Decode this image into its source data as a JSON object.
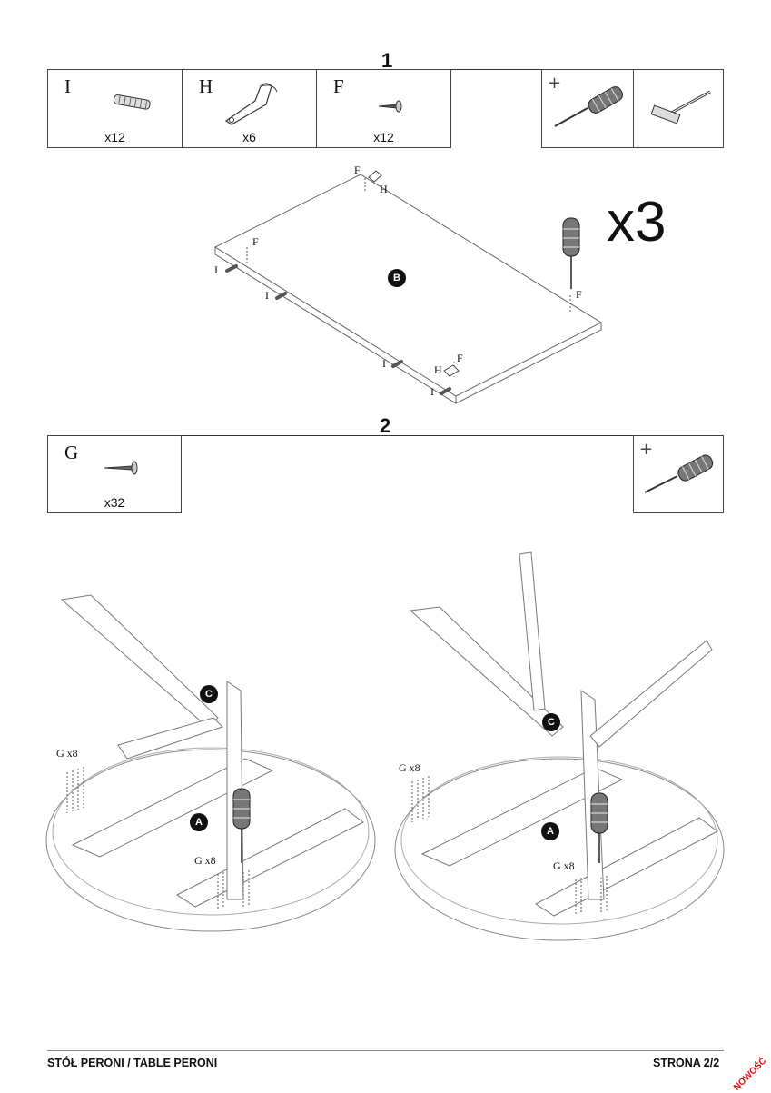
{
  "step1": {
    "number": "1",
    "parts": [
      {
        "letter": "I",
        "qty": "x12",
        "icon": "dowel-icon"
      },
      {
        "letter": "H",
        "qty": "x6",
        "icon": "bracket-icon"
      },
      {
        "letter": "F",
        "qty": "x12",
        "icon": "screw-icon"
      }
    ],
    "tools": [
      "screwdriver-icon",
      "hammer-icon"
    ],
    "tool_plus": "+",
    "multiplier": "x3",
    "labels": {
      "F": "F",
      "H": "H",
      "I": "I",
      "B": "B"
    }
  },
  "step2": {
    "number": "2",
    "parts": [
      {
        "letter": "G",
        "qty": "x32",
        "icon": "screw-icon"
      }
    ],
    "tools": [
      "screwdriver-icon"
    ],
    "tool_plus": "+",
    "labels": {
      "C": "C",
      "A": "A",
      "G": "G x8"
    }
  },
  "footer": {
    "left": "STÓŁ PERONI / TABLE PERONI",
    "right": "STRONA 2/2",
    "stamp": "NOWOŚĆ"
  },
  "colors": {
    "stamp": "#dd1111"
  }
}
